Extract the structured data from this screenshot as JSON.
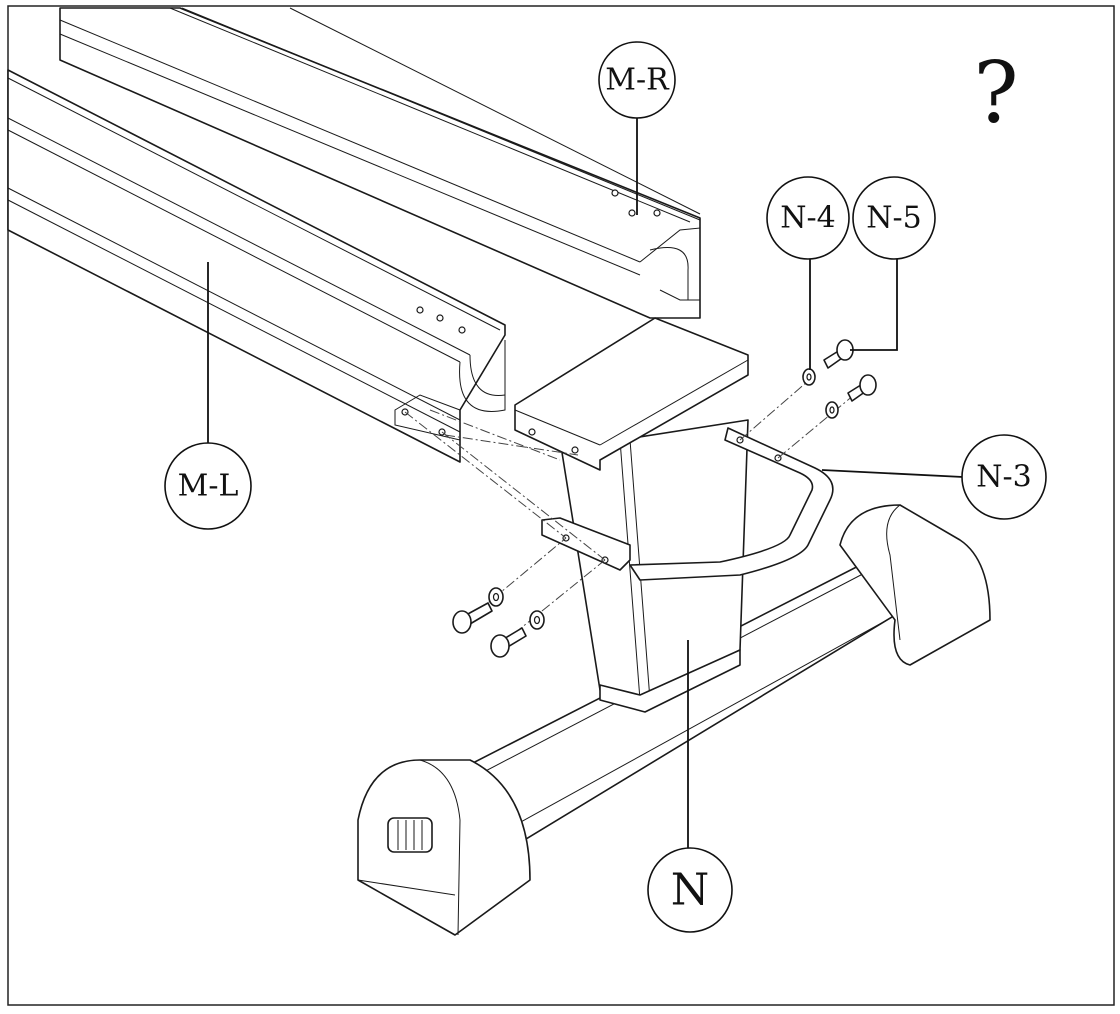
{
  "diagram": {
    "corner_mark": "?",
    "callouts": [
      {
        "id": "mr",
        "text": "M-R"
      },
      {
        "id": "n4",
        "text": "N-4"
      },
      {
        "id": "n5",
        "text": "N-5"
      },
      {
        "id": "ml",
        "text": "M-L"
      },
      {
        "id": "n3",
        "text": "N-3"
      },
      {
        "id": "n",
        "text": "N"
      }
    ]
  }
}
